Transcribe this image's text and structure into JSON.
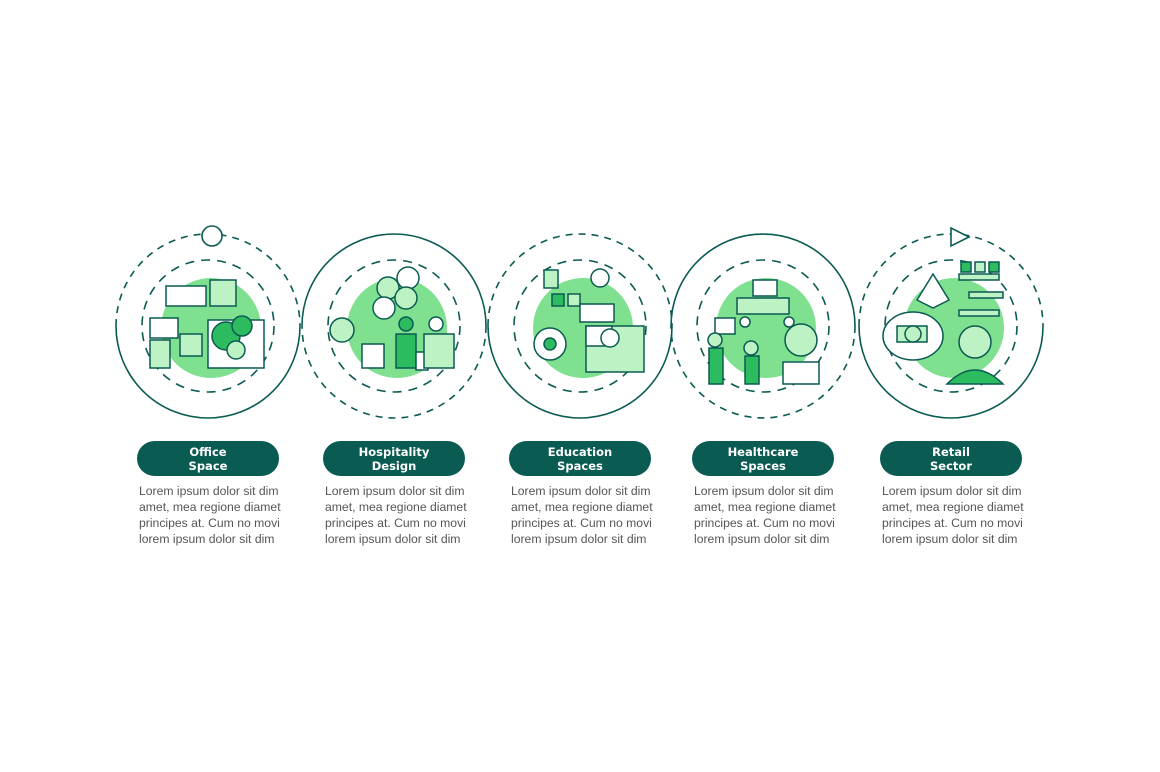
{
  "colors": {
    "dark": "#0a5b52",
    "blob": "#7fe08f",
    "light": "#bdf3c4",
    "mid": "#2dbb5f",
    "text": "#555555"
  },
  "steps": [
    {
      "title_line1": "Office",
      "title_line2": "Space",
      "icon": "office-plants-icon",
      "desc": [
        "Lorem ipsum dolor sit dim",
        "amet, mea regione diamet",
        "principes at. Cum no movi",
        "lorem ipsum dolor sit dim"
      ]
    },
    {
      "title_line1": "Hospitality",
      "title_line2": "Design",
      "icon": "hotel-reception-icon",
      "desc": [
        "Lorem ipsum dolor sit dim",
        "amet, mea regione diamet",
        "principes at. Cum no movi",
        "lorem ipsum dolor sit dim"
      ]
    },
    {
      "title_line1": "Education",
      "title_line2": "Spaces",
      "icon": "education-garden-icon",
      "desc": [
        "Lorem ipsum dolor sit dim",
        "amet, mea regione diamet",
        "principes at. Cum no movi",
        "lorem ipsum dolor sit dim"
      ]
    },
    {
      "title_line1": "Healthcare",
      "title_line2": "Spaces",
      "icon": "hospital-care-icon",
      "desc": [
        "Lorem ipsum dolor sit dim",
        "amet, mea regione diamet",
        "principes at. Cum no movi",
        "lorem ipsum dolor sit dim"
      ]
    },
    {
      "title_line1": "Retail",
      "title_line2": "Sector",
      "icon": "retail-shopping-icon",
      "desc": [
        "Lorem ipsum dolor sit dim",
        "amet, mea regione diamet",
        "principes at. Cum no movi",
        "lorem ipsum dolor sit dim"
      ]
    }
  ]
}
